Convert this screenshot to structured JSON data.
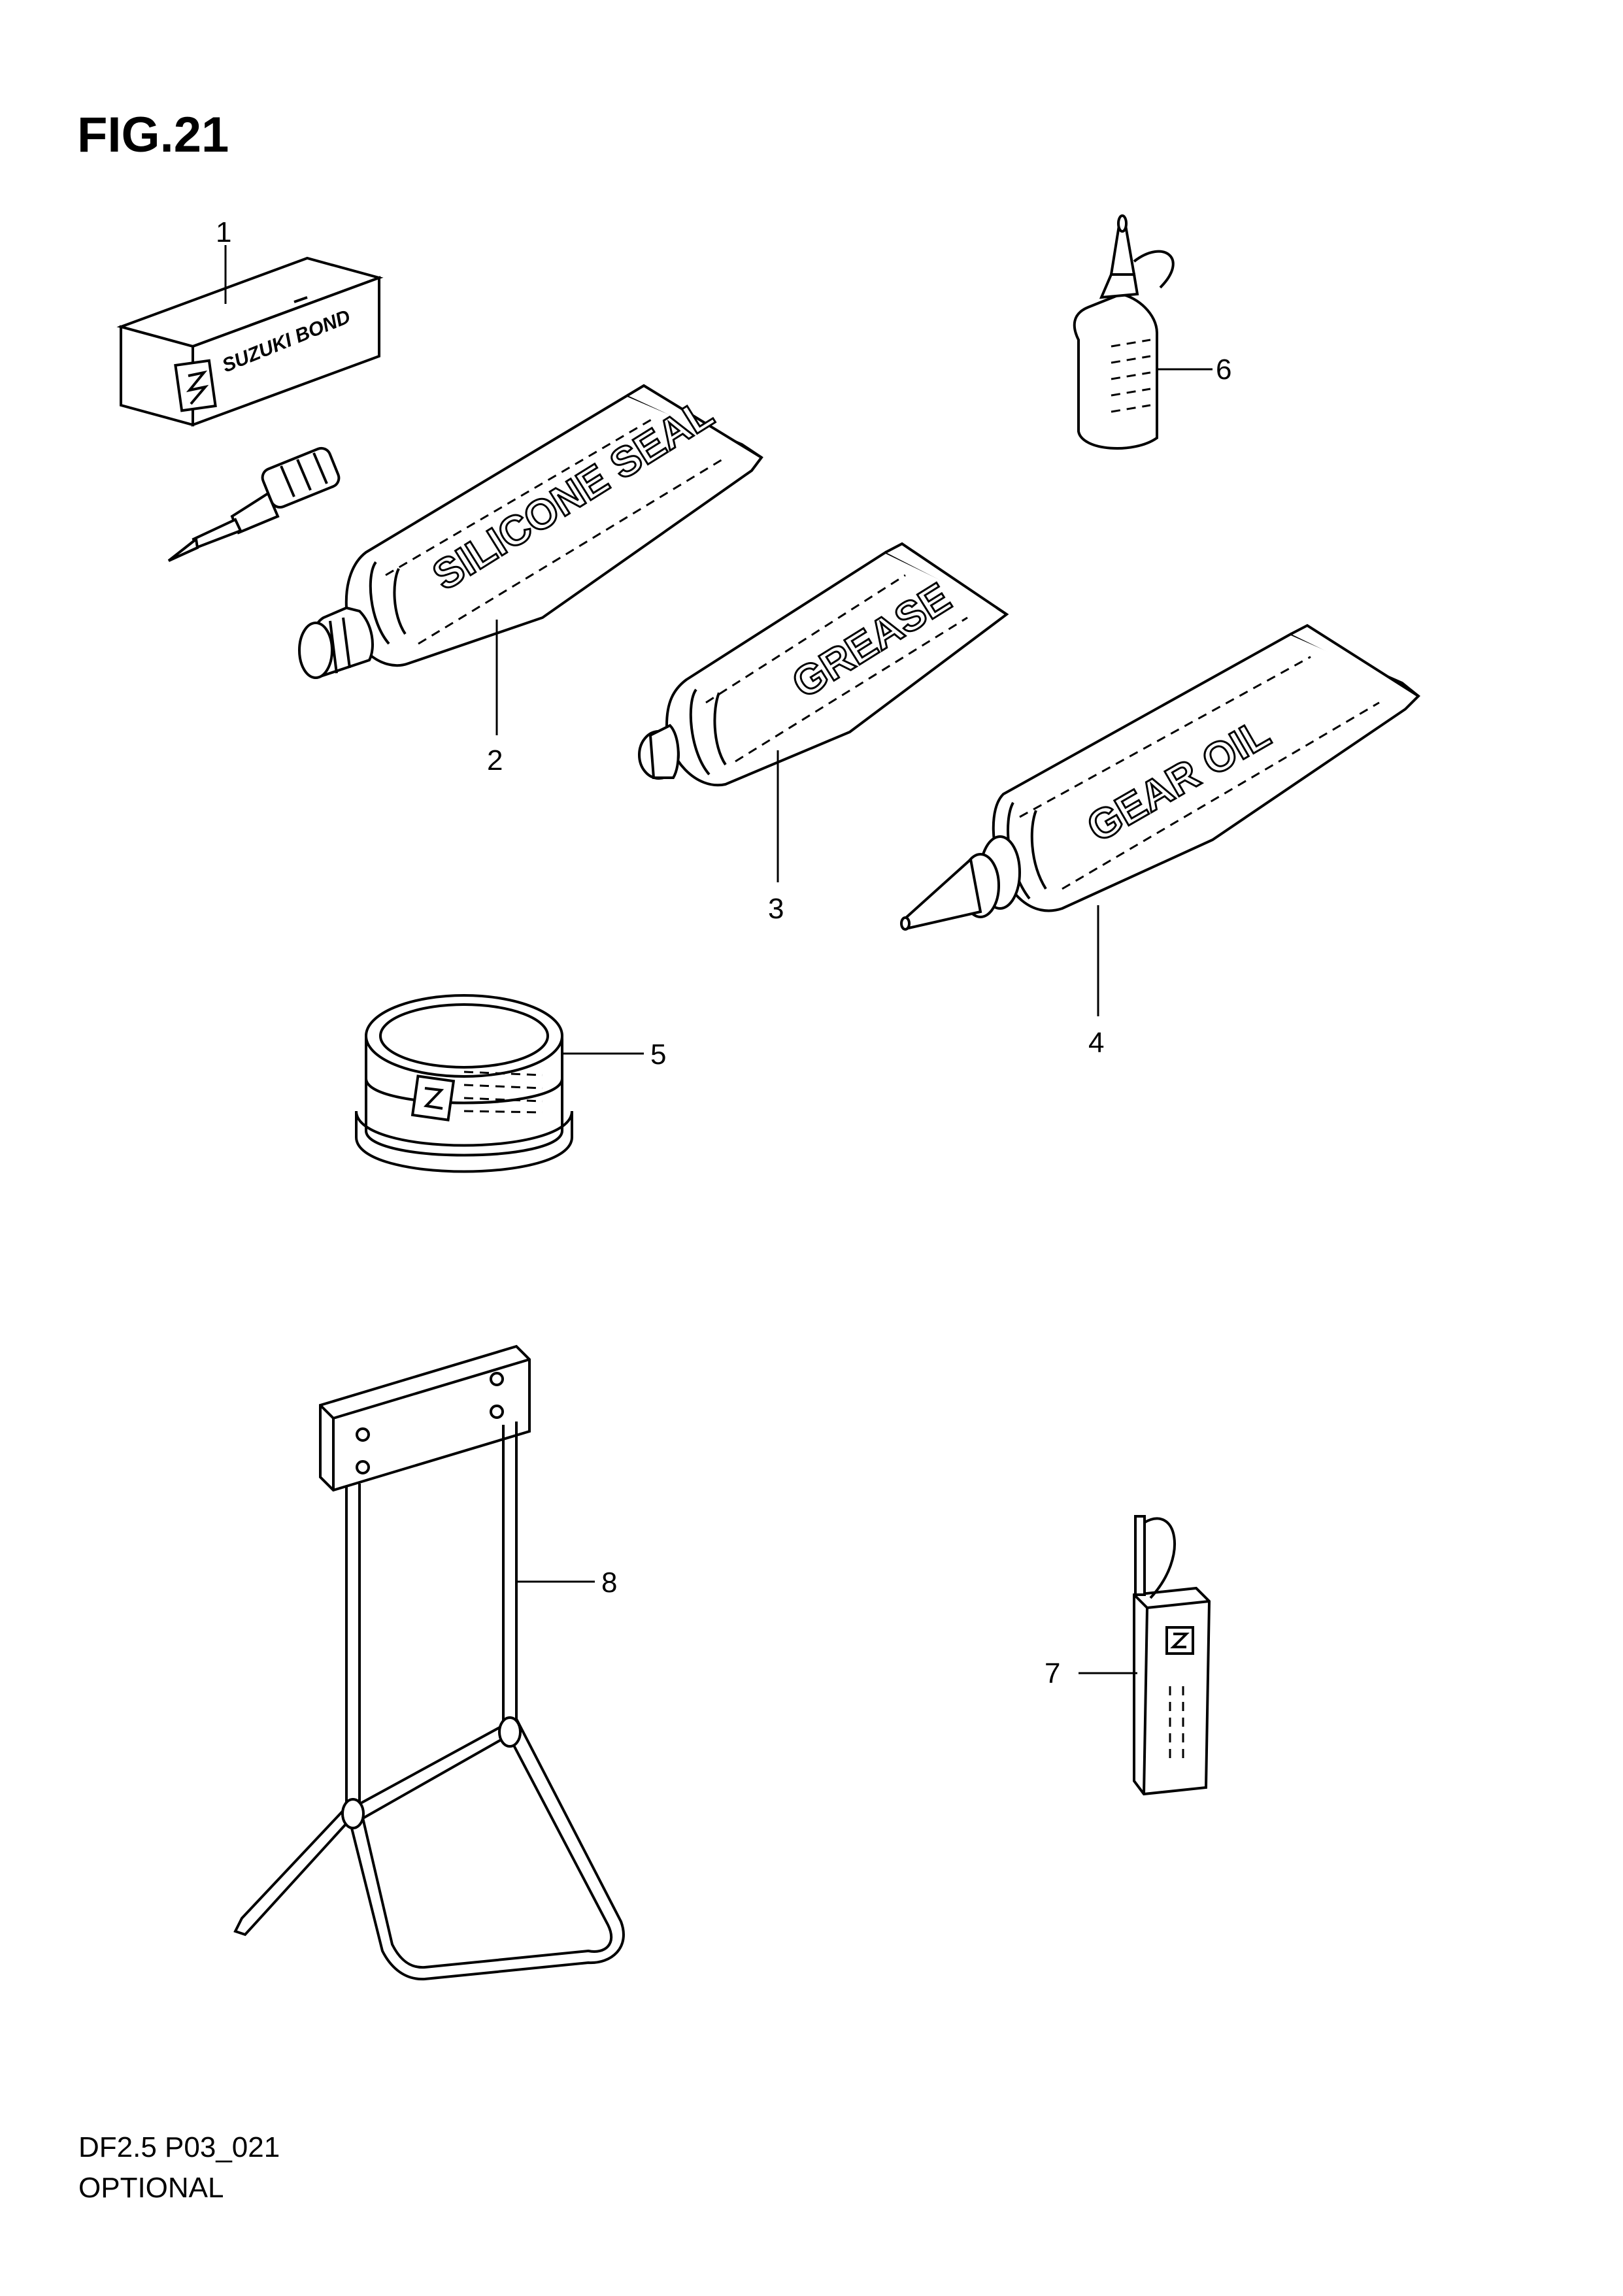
{
  "figure_title": "FIG.21",
  "footer": {
    "model_code": "DF2.5 P03_021",
    "section": "OPTIONAL"
  },
  "parts": [
    {
      "ref": "1",
      "tube_text": "SUZUKI BOND"
    },
    {
      "ref": "2",
      "tube_text": "SILICONE SEAL"
    },
    {
      "ref": "3",
      "tube_text": "GREASE"
    },
    {
      "ref": "4",
      "tube_text": "GEAR OIL"
    },
    {
      "ref": "5"
    },
    {
      "ref": "6"
    },
    {
      "ref": "7"
    },
    {
      "ref": "8"
    }
  ]
}
